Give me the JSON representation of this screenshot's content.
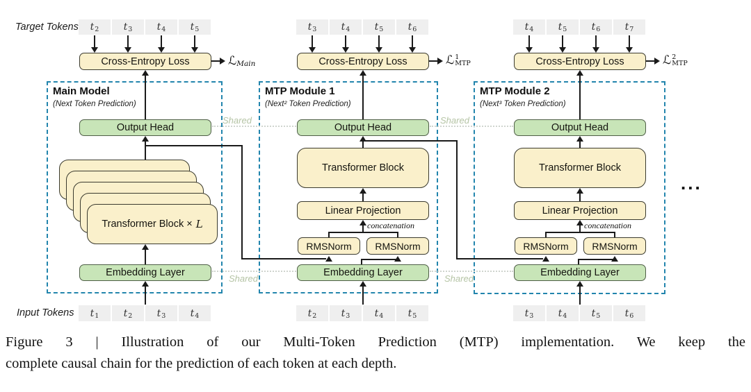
{
  "figure": {
    "side_labels": {
      "target": "Target Tokens",
      "input": "Input Tokens"
    },
    "shared_label": "Shared",
    "ellipsis": "...",
    "boxes": {
      "cross_entropy": "Cross-Entropy Loss",
      "output_head": "Output Head",
      "embedding": "Embedding Layer",
      "transformer": "Transformer Block",
      "linear_projection": "Linear Projection",
      "rmsnorm": "RMSNorm",
      "stack_pre": "Transformer Block ×",
      "stack_var": "L",
      "concatenation": "concatenation",
      "token_base": "t"
    },
    "modules": [
      {
        "kind": "main",
        "title": "Main Model",
        "subtitle": "(Next Token Prediction)",
        "loss": {
          "script": "ℒ",
          "sup": "",
          "sub": "Main"
        },
        "target_subs": [
          "2",
          "3",
          "4",
          "5"
        ],
        "input_subs": [
          "1",
          "2",
          "3",
          "4"
        ]
      },
      {
        "kind": "mtp",
        "title": "MTP Module 1",
        "subtitle": "(Next² Token Prediction)",
        "loss": {
          "script": "ℒ",
          "sup": "1",
          "sub": "MTP"
        },
        "target_subs": [
          "3",
          "4",
          "5",
          "6"
        ],
        "input_subs": [
          "2",
          "3",
          "4",
          "5"
        ]
      },
      {
        "kind": "mtp",
        "title": "MTP Module 2",
        "subtitle": "(Next³ Token Prediction)",
        "loss": {
          "script": "ℒ",
          "sup": "2",
          "sub": "MTP"
        },
        "target_subs": [
          "4",
          "5",
          "6",
          "7"
        ],
        "input_subs": [
          "3",
          "4",
          "5",
          "6"
        ]
      }
    ],
    "colors": {
      "yellow": "#faf0cb",
      "green": "#c8e5b8",
      "green_border": "#4e5e46",
      "yellow_border": "#3a3a2e",
      "token_gray": "#efefef",
      "dashed": "#2285ad",
      "shared_text": "#b5c4a5",
      "line": "#1a1a1a"
    }
  },
  "caption": {
    "line1": "Figure 3 | Illustration of our Multi-Token Prediction (MTP) implementation.  We keep the",
    "line2": "complete causal chain for the prediction of each token at each depth."
  }
}
